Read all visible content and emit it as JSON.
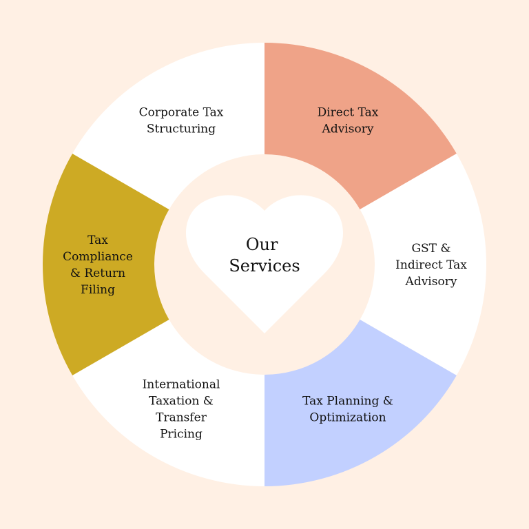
{
  "colors": {
    "background": "#FFF0E4",
    "white": "#FFFFFF",
    "text": "#111111"
  },
  "center": {
    "lines": [
      "Our",
      "Services"
    ]
  },
  "segments": [
    {
      "lines": [
        "Direct Tax",
        "Advisory"
      ],
      "color": "#EFA388"
    },
    {
      "lines": [
        "GST &",
        "Indirect Tax",
        "Advisory"
      ],
      "color": "#FFFFFF"
    },
    {
      "lines": [
        "Tax Planning &",
        "Optimization"
      ],
      "color": "#C2D0FF"
    },
    {
      "lines": [
        "International",
        "Taxation &",
        "Transfer",
        "Pricing"
      ],
      "color": "#FFFFFF"
    },
    {
      "lines": [
        "Tax",
        "Compliance",
        "& Return",
        "Filing"
      ],
      "color": "#CDAA24"
    },
    {
      "lines": [
        "Corporate Tax",
        "Structuring"
      ],
      "color": "#FFFFFF"
    }
  ]
}
